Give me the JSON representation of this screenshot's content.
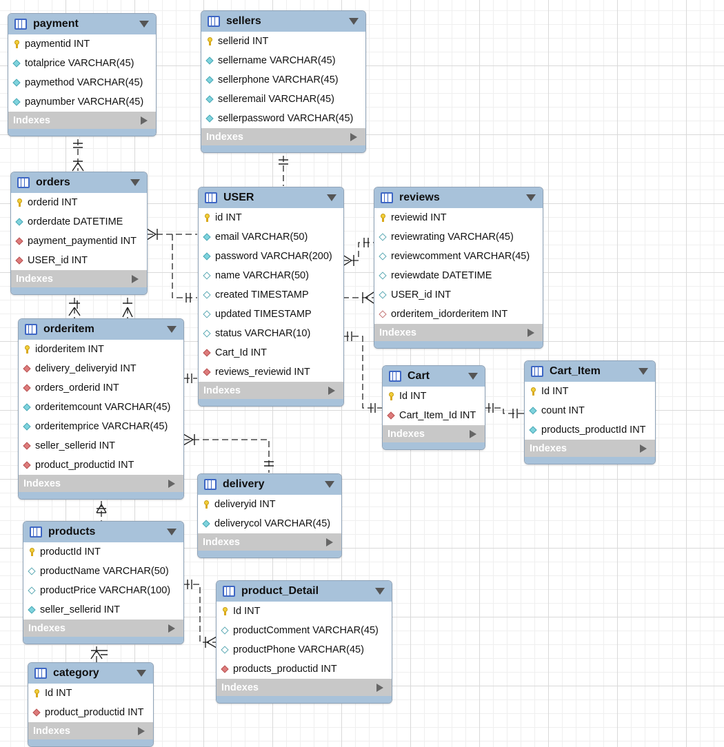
{
  "tables": [
    {
      "key": "payment",
      "name": "payment",
      "indexes_label": "Indexes",
      "columns": [
        {
          "icon": "pk",
          "text": "paymentid INT"
        },
        {
          "icon": "attr",
          "text": "totalprice VARCHAR(45)"
        },
        {
          "icon": "attr",
          "text": "paymethod VARCHAR(45)"
        },
        {
          "icon": "attr",
          "text": "paynumber VARCHAR(45)"
        }
      ]
    },
    {
      "key": "sellers",
      "name": "sellers",
      "indexes_label": "Indexes",
      "columns": [
        {
          "icon": "pk",
          "text": "sellerid INT"
        },
        {
          "icon": "attr",
          "text": "sellername VARCHAR(45)"
        },
        {
          "icon": "attr",
          "text": "sellerphone VARCHAR(45)"
        },
        {
          "icon": "attr",
          "text": "selleremail VARCHAR(45)"
        },
        {
          "icon": "attr",
          "text": "sellerpassword VARCHAR(45)"
        }
      ]
    },
    {
      "key": "orders",
      "name": "orders",
      "indexes_label": "Indexes",
      "columns": [
        {
          "icon": "pk",
          "text": "orderid INT"
        },
        {
          "icon": "attr",
          "text": "orderdate DATETIME"
        },
        {
          "icon": "fk",
          "text": "payment_paymentid INT"
        },
        {
          "icon": "fk",
          "text": "USER_id INT"
        }
      ]
    },
    {
      "key": "user",
      "name": "USER",
      "indexes_label": "Indexes",
      "columns": [
        {
          "icon": "pk",
          "text": "id INT"
        },
        {
          "icon": "attr",
          "text": "email VARCHAR(50)"
        },
        {
          "icon": "attr",
          "text": "password VARCHAR(200)"
        },
        {
          "icon": "hollow",
          "text": "name VARCHAR(50)"
        },
        {
          "icon": "hollow",
          "text": "created TIMESTAMP"
        },
        {
          "icon": "hollow",
          "text": "updated TIMESTAMP"
        },
        {
          "icon": "hollow",
          "text": "status VARCHAR(10)"
        },
        {
          "icon": "fk",
          "text": "Cart_Id INT"
        },
        {
          "icon": "fk",
          "text": "reviews_reviewid INT"
        }
      ]
    },
    {
      "key": "reviews",
      "name": "reviews",
      "indexes_label": "Indexes",
      "columns": [
        {
          "icon": "pk",
          "text": "reviewid INT"
        },
        {
          "icon": "hollow",
          "text": "reviewrating VARCHAR(45)"
        },
        {
          "icon": "hollow",
          "text": "reviewcomment VARCHAR(45)"
        },
        {
          "icon": "hollow",
          "text": "reviewdate DATETIME"
        },
        {
          "icon": "hollow",
          "text": "USER_id INT"
        },
        {
          "icon": "hollowred",
          "text": "orderitem_idorderitem INT"
        }
      ]
    },
    {
      "key": "orderitem",
      "name": "orderitem",
      "indexes_label": "Indexes",
      "columns": [
        {
          "icon": "pk",
          "text": "idorderitem INT"
        },
        {
          "icon": "fk",
          "text": "delivery_deliveryid INT"
        },
        {
          "icon": "fk",
          "text": "orders_orderid INT"
        },
        {
          "icon": "attr",
          "text": "orderitemcount VARCHAR(45)"
        },
        {
          "icon": "attr",
          "text": "orderitemprice VARCHAR(45)"
        },
        {
          "icon": "fk",
          "text": "seller_sellerid INT"
        },
        {
          "icon": "fk",
          "text": "product_productid INT"
        }
      ]
    },
    {
      "key": "cart",
      "name": "Cart",
      "indexes_label": "Indexes",
      "columns": [
        {
          "icon": "pk",
          "text": "Id INT"
        },
        {
          "icon": "fk",
          "text": "Cart_Item_Id INT"
        }
      ]
    },
    {
      "key": "cart_item",
      "name": "Cart_Item",
      "indexes_label": "Indexes",
      "columns": [
        {
          "icon": "pk",
          "text": "Id INT"
        },
        {
          "icon": "attr",
          "text": "count INT"
        },
        {
          "icon": "attr",
          "text": "products_productId INT"
        }
      ]
    },
    {
      "key": "delivery",
      "name": "delivery",
      "indexes_label": "Indexes",
      "columns": [
        {
          "icon": "pk",
          "text": "deliveryid INT"
        },
        {
          "icon": "attr",
          "text": "deliverycol VARCHAR(45)"
        }
      ]
    },
    {
      "key": "products",
      "name": "products",
      "indexes_label": "Indexes",
      "columns": [
        {
          "icon": "pk",
          "text": "productId INT"
        },
        {
          "icon": "hollow",
          "text": "productName VARCHAR(50)"
        },
        {
          "icon": "hollow",
          "text": "productPrice VARCHAR(100)"
        },
        {
          "icon": "attr",
          "text": "seller_sellerid INT"
        }
      ]
    },
    {
      "key": "product_detail",
      "name": "product_Detail",
      "indexes_label": "Indexes",
      "columns": [
        {
          "icon": "pk",
          "text": "Id INT"
        },
        {
          "icon": "hollow",
          "text": "productComment VARCHAR(45)"
        },
        {
          "icon": "hollow",
          "text": "productPhone VARCHAR(45)"
        },
        {
          "icon": "fk",
          "text": "products_productid INT"
        }
      ]
    },
    {
      "key": "category",
      "name": "category",
      "indexes_label": "Indexes",
      "columns": [
        {
          "icon": "pk",
          "text": "Id INT"
        },
        {
          "icon": "fk",
          "text": "product_productid INT"
        }
      ]
    }
  ]
}
